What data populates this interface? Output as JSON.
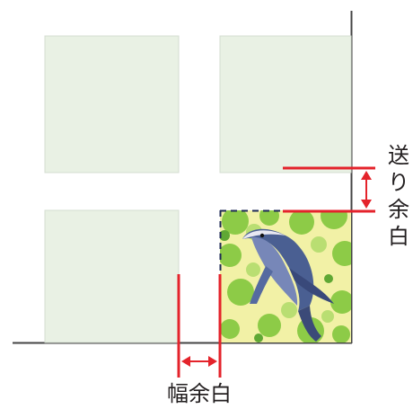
{
  "labels": {
    "feed_margin_chars": [
      "送",
      "り",
      "余",
      "白"
    ],
    "width_margin": "幅余白"
  },
  "colors": {
    "tile_fill": "#e9f1e4",
    "tile_stroke": "#d4ddd1",
    "marker_red": "#e4232b",
    "edge_dark": "#444444",
    "cut_dash": "#1f2a55"
  },
  "illustration": {
    "subject": "bird-over-green-foliage"
  }
}
